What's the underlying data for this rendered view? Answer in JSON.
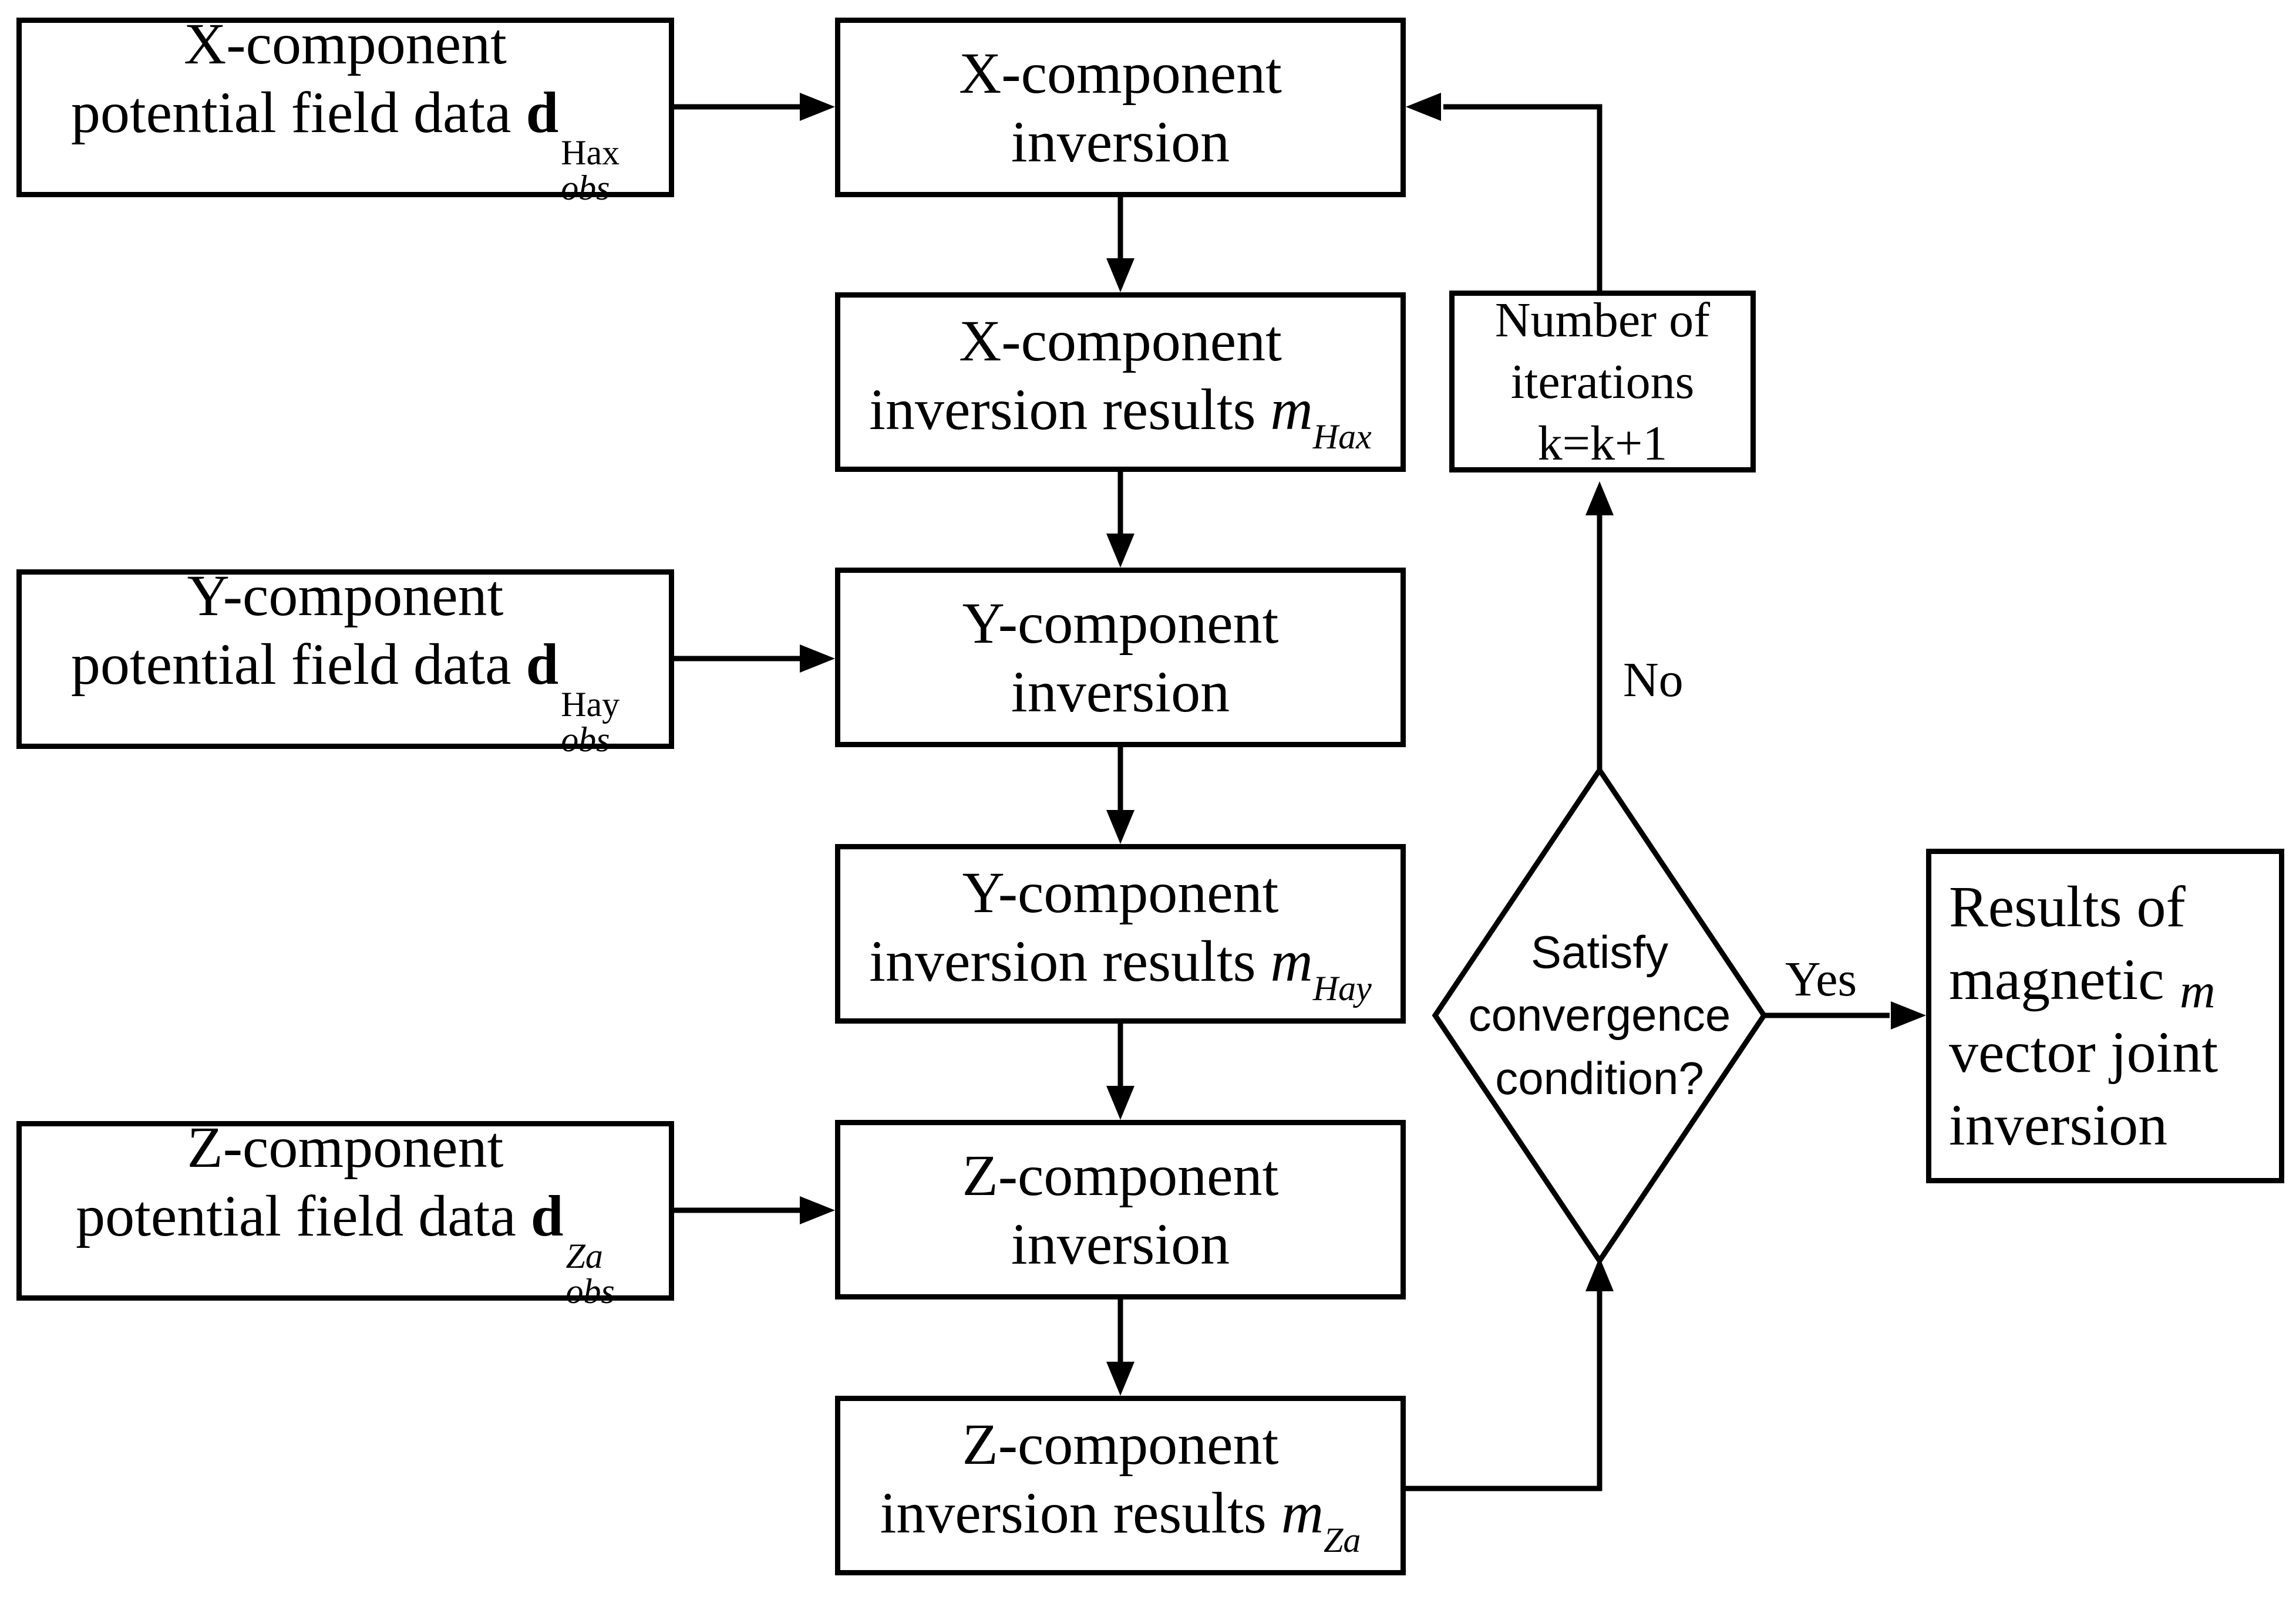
{
  "inputs": {
    "x": {
      "line1": "X-component",
      "line2": "potential field data",
      "symbol": "d",
      "sup": "Hax",
      "sub": "obs"
    },
    "y": {
      "line1": "Y-component",
      "line2": "potential field data",
      "symbol": "d",
      "sup": "Hay",
      "sub": "obs"
    },
    "z": {
      "line1": "Z-component",
      "line2": "potential field data",
      "symbol": "d",
      "sup": "Za",
      "sub": "obs"
    }
  },
  "process": {
    "x_inversion": {
      "line1": "X-component",
      "line2": "inversion"
    },
    "x_results": {
      "line1": "X-component",
      "line2": "inversion results",
      "symbol": "m",
      "sub": "Hax"
    },
    "y_inversion": {
      "line1": "Y-component",
      "line2": "inversion"
    },
    "y_results": {
      "line1": "Y-component",
      "line2": "inversion results",
      "symbol": "m",
      "sub": "Hay"
    },
    "z_inversion": {
      "line1": "Z-component",
      "line2": "inversion"
    },
    "z_results": {
      "line1": "Z-component",
      "line2": "inversion results",
      "symbol": "m",
      "sub": "Za"
    }
  },
  "decision": {
    "line1": "Satisfy",
    "line2": "convergence",
    "line3": "condition?"
  },
  "iterations": {
    "line1": "Number of",
    "line2": "iterations",
    "line3": "k=k+1"
  },
  "branch_labels": {
    "no": "No",
    "yes": "Yes"
  },
  "result": {
    "line1": "Results of",
    "line2": "magnetic",
    "line3": "vector joint",
    "line4": "inversion",
    "symbol": "m"
  }
}
